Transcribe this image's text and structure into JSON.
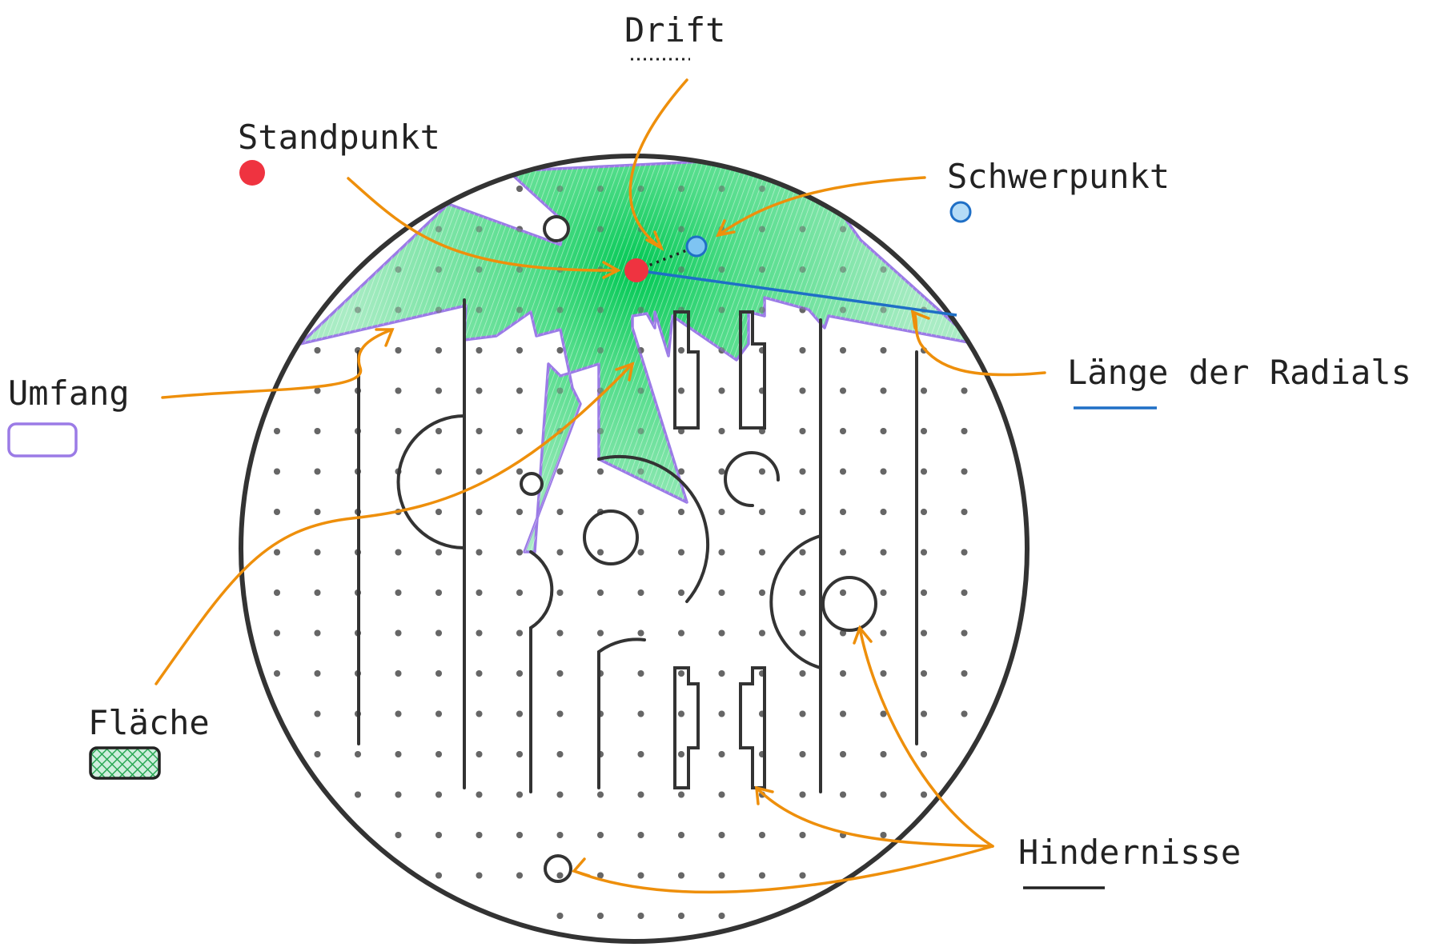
{
  "labels": {
    "drift": "Drift",
    "standpunkt": "Standpunkt",
    "schwerpunkt": "Schwerpunkt",
    "umfang": "Umfang",
    "laenge": "Länge der Radials",
    "flaeche": "Fläche",
    "hindernisse": "Hindernisse"
  },
  "colors": {
    "standpoint": "#ef3340",
    "centroid": "#7ec4f2",
    "perimeter": "#9b7be6",
    "area": "#2ecc71",
    "radial": "#1f6fc6",
    "arrow": "#ee8f0b",
    "obstacle": "#333333"
  }
}
